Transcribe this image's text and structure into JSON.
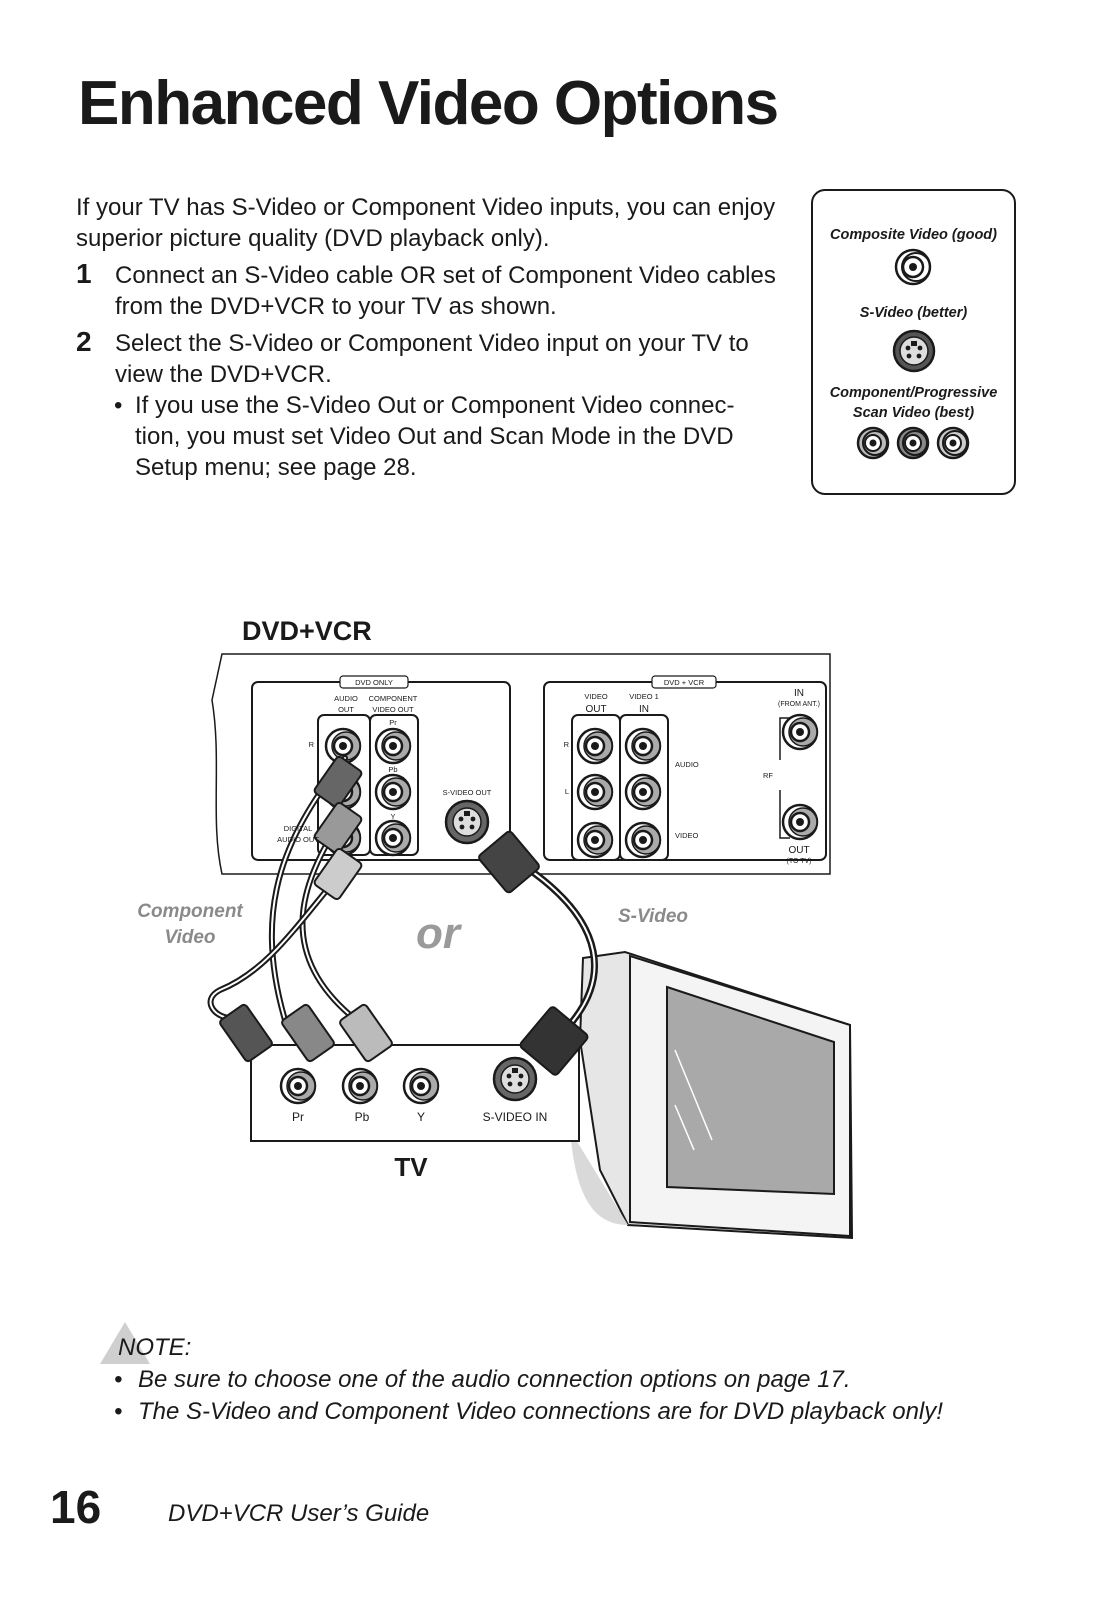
{
  "page": {
    "title": "Enhanced Video Options",
    "intro": "If your TV has S-Video or Component Video inputs, you can enjoy superior picture quality (DVD playback only).",
    "steps": [
      {
        "number": "1",
        "text": "Connect an S-Video cable OR set of Component Video cables from the DVD+VCR to your TV as shown."
      },
      {
        "number": "2",
        "text": "Select the S-Video or Component Video input on your TV to view the DVD+VCR."
      }
    ],
    "bullet": "If you use the S-Video Out or Component Video connec-tion, you must set Video Out and Scan Mode in the DVD Setup menu; see page 28.",
    "footer_page_number": "16",
    "footer_title": "DVD+VCR User’s Guide"
  },
  "legend": {
    "composite": "Composite Video (good)",
    "svideo": "S-Video (better)",
    "component_line1": "Component/Progressive",
    "component_line2": "Scan Video  (best)"
  },
  "diagram": {
    "device_label": "DVD+VCR",
    "dvd_only_label": "DVD ONLY",
    "dvd_vcr_label": "DVD + VCR",
    "audio_out_line1": "AUDIO",
    "audio_out_line2": "OUT",
    "component_out_line1": "COMPONENT",
    "component_out_line2": "VIDEO OUT",
    "pr": "Pr",
    "pb": "Pb",
    "y": "Y",
    "r": "R",
    "l": "L",
    "digital_line1": "DIGITAL",
    "digital_line2": "AUDIO OUT",
    "svideo_out": "S-VIDEO OUT",
    "video": "VIDEO",
    "video1": "VIDEO 1",
    "out": "OUT",
    "in": "IN",
    "audio": "AUDIO",
    "rf": "RF",
    "from_ant": "(FROM ANT.)",
    "to_tv": "(TO TV)",
    "component_caption_line1": "Component",
    "component_caption_line2": "Video",
    "or": "or",
    "svideo_caption": "S-Video",
    "tv_pr": "Pr",
    "tv_pb": "Pb",
    "tv_y": "Y",
    "tv_svideo_in": "S-VIDEO IN",
    "tv_label": "TV"
  },
  "note": {
    "title": "NOTE:",
    "items": [
      "Be sure to choose one of the audio connection options on page 17.",
      "The S-Video and Component Video connections are for DVD playback only!"
    ]
  }
}
